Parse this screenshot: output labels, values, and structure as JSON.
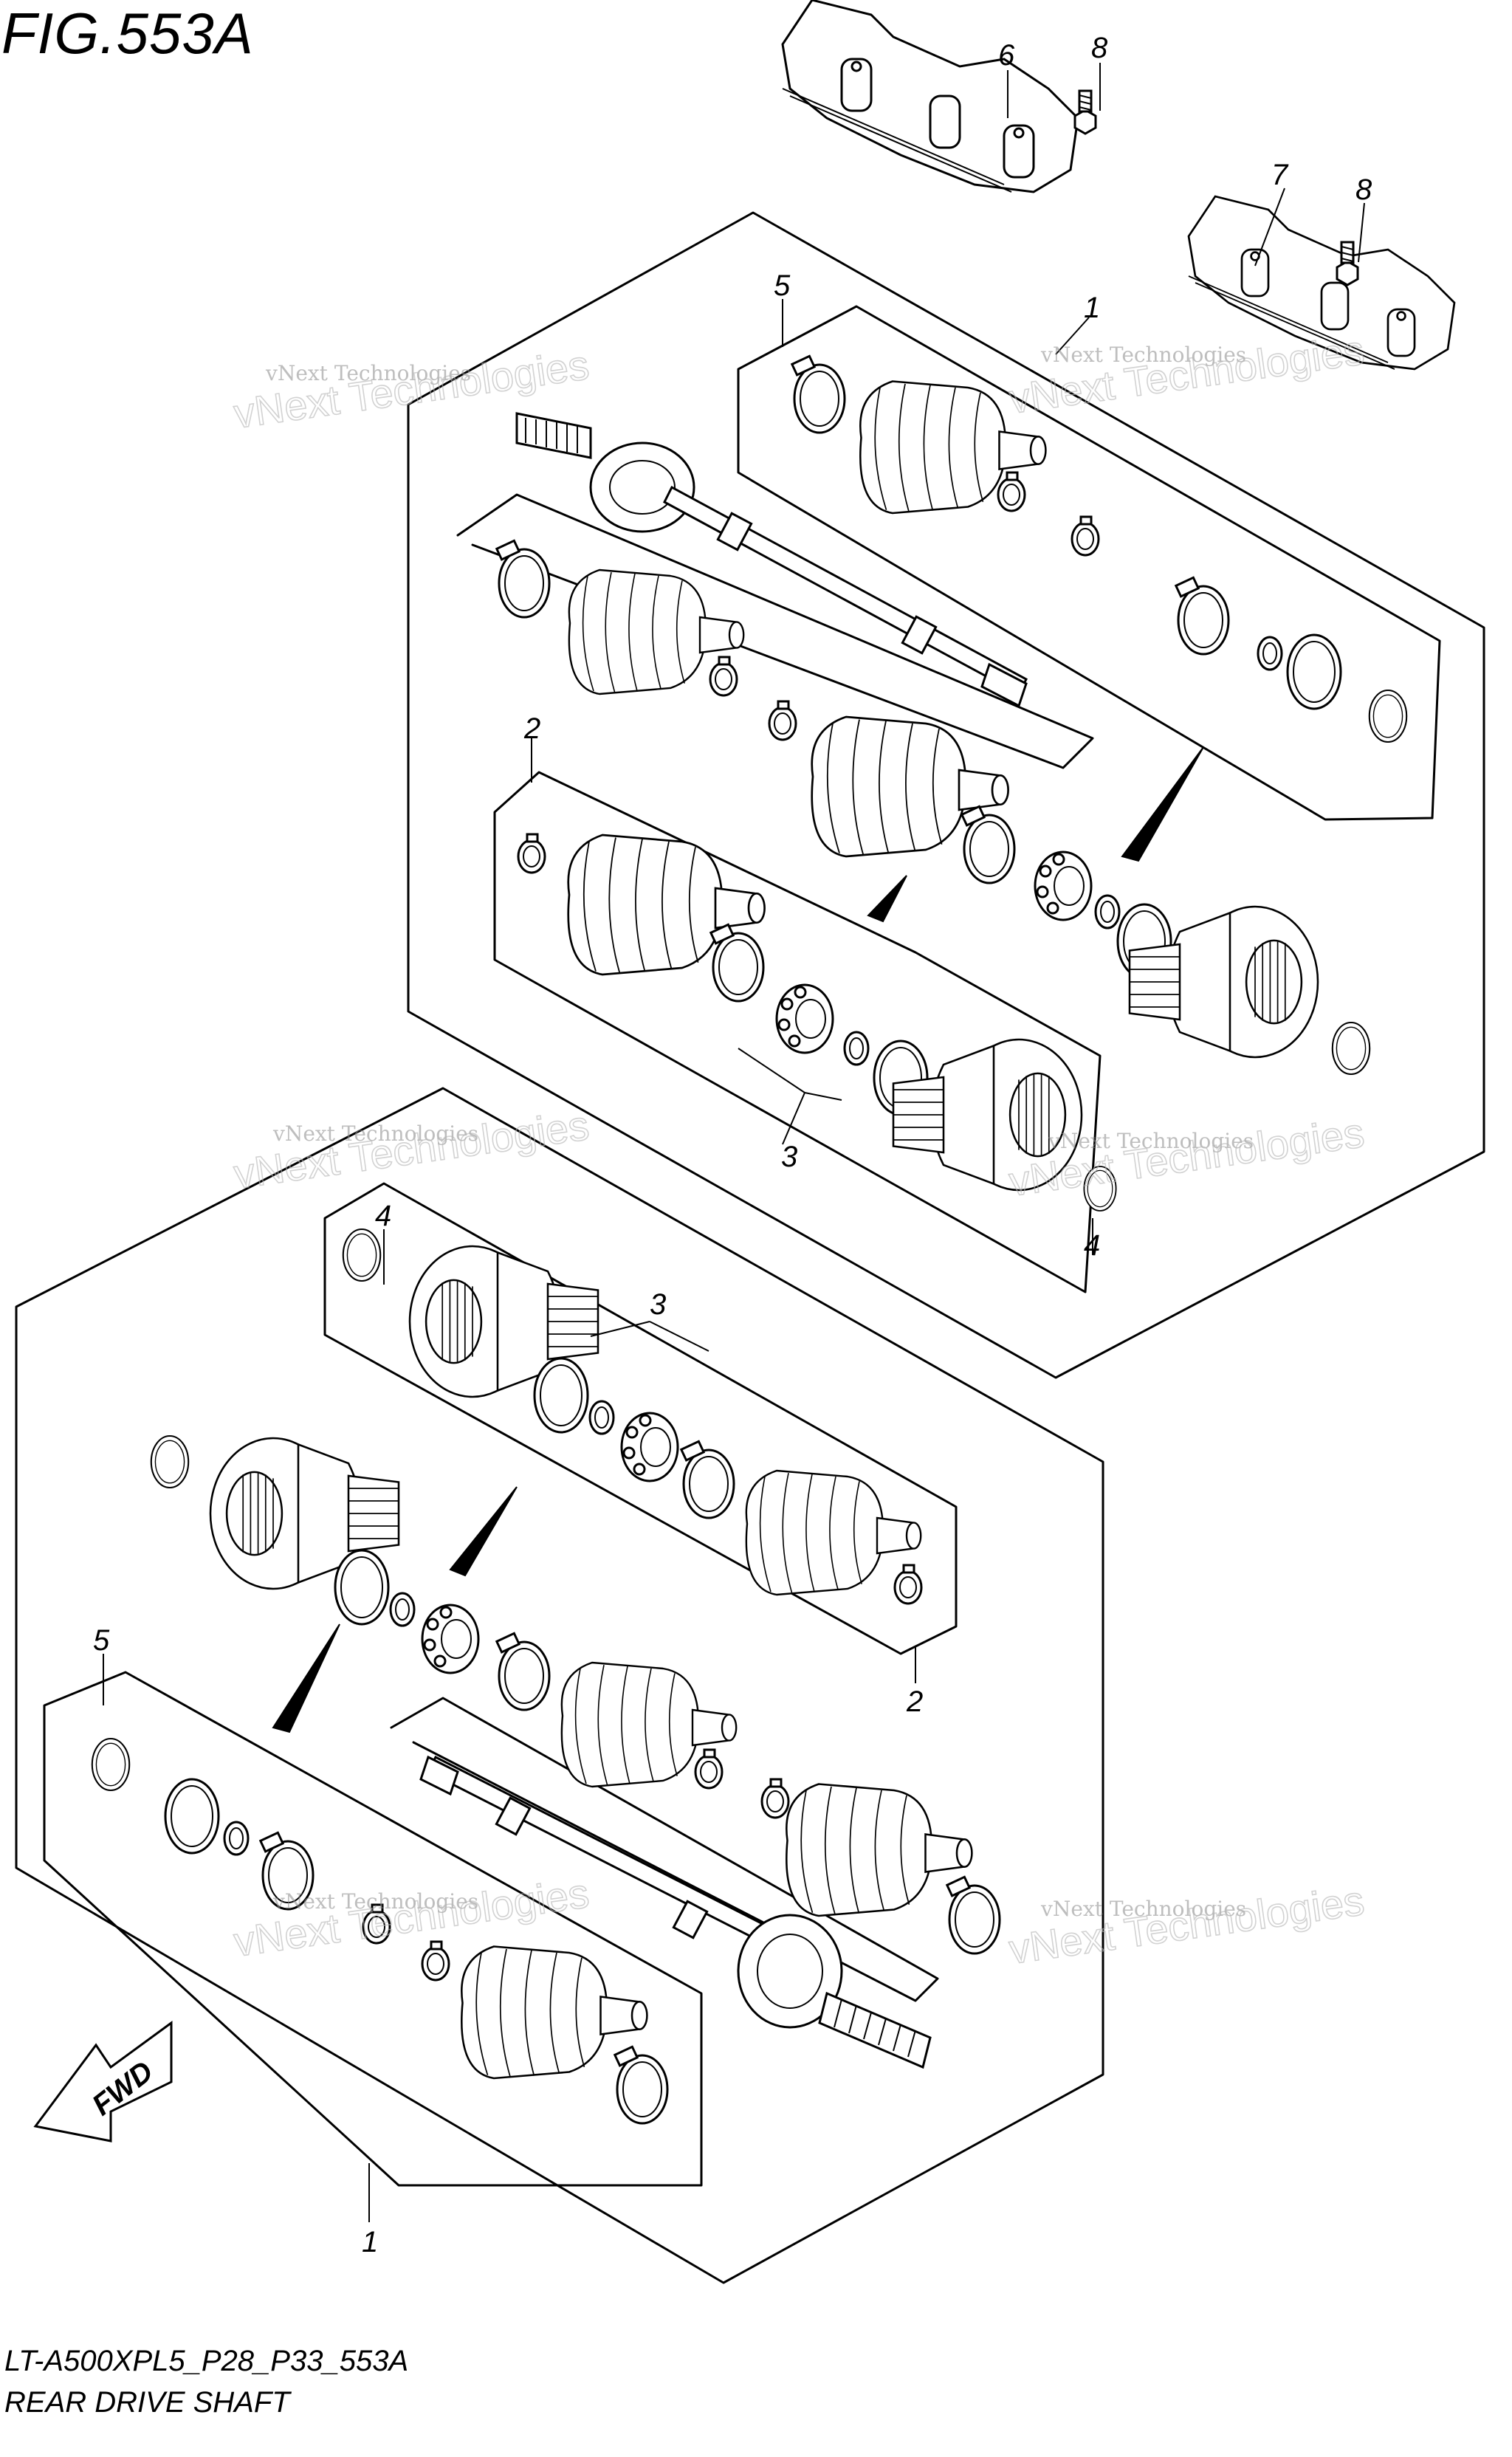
{
  "figure": {
    "title": "FIG.553A",
    "model_code": "LT-A500XPL5_P28_P33_553A",
    "name": "REAR DRIVE SHAFT",
    "fwd_label": "FWD"
  },
  "callouts": [
    "6",
    "8",
    "7",
    "8",
    "5",
    "1",
    "2",
    "3",
    "4",
    "4",
    "3",
    "2",
    "5",
    "1"
  ],
  "watermark": {
    "line1": "vNext Technologies",
    "line2": "vNext Technologies"
  }
}
